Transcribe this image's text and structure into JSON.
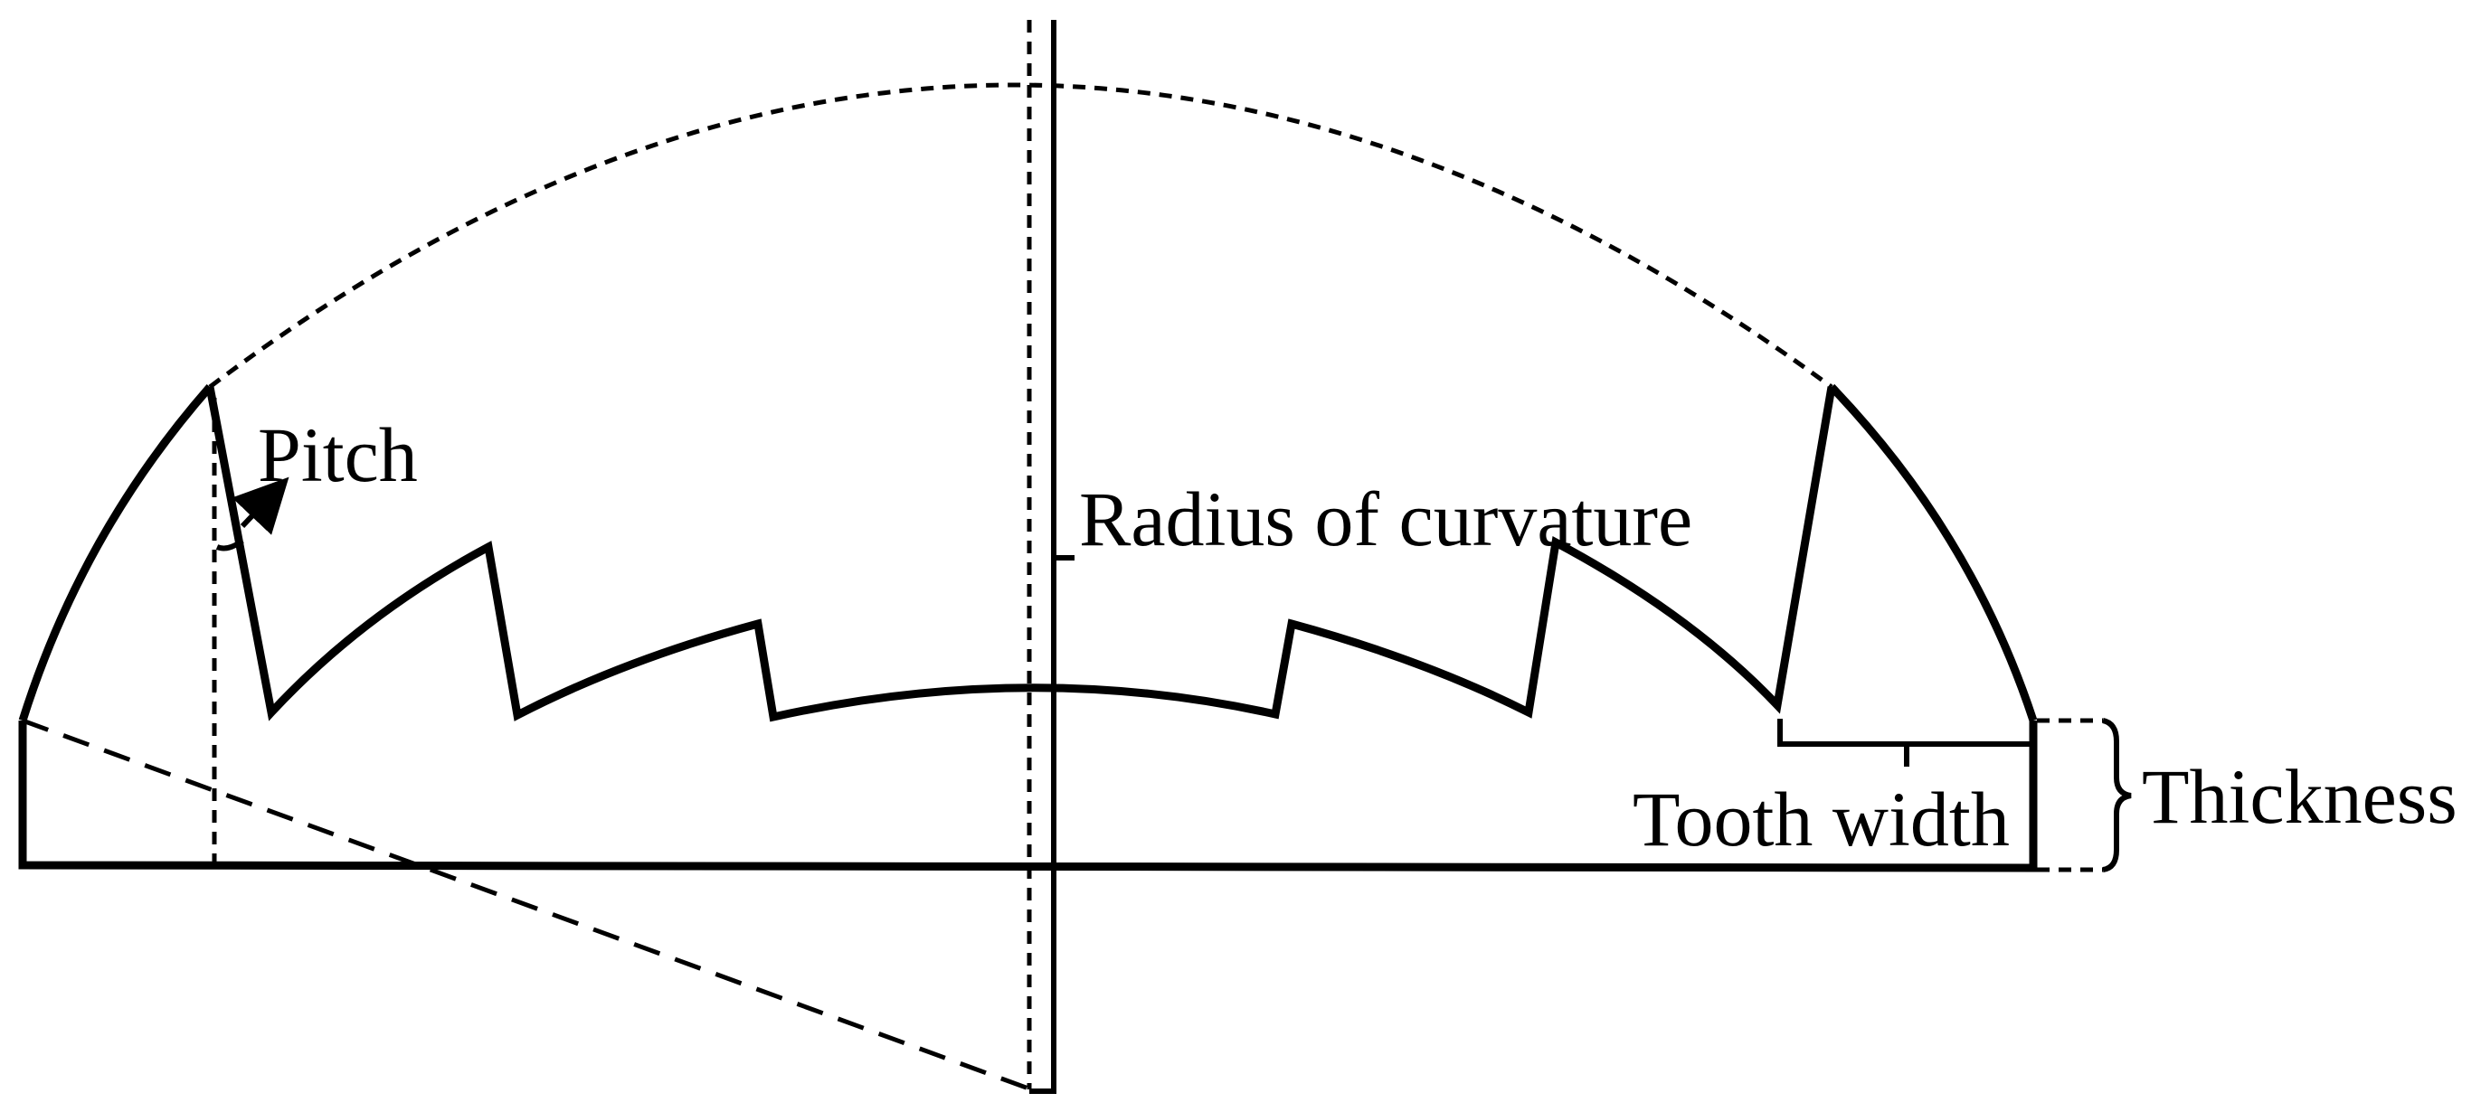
{
  "labels": {
    "pitch": "Pitch",
    "radius": "Radius of curvature",
    "tooth_width": "Tooth width",
    "thickness": "Thickness"
  }
}
